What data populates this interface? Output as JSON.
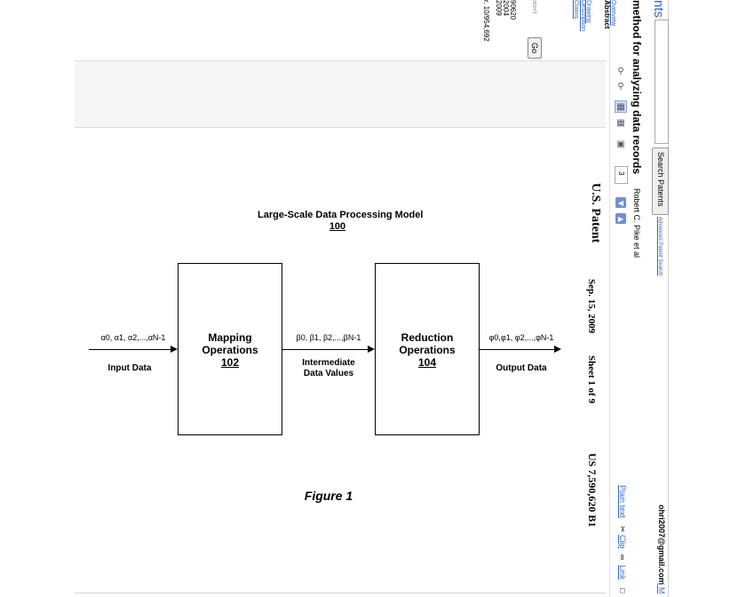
{
  "app": {
    "title_partial": "nts",
    "search_button": "Search Patents",
    "advanced_search": "Advanced Patent Search",
    "user_email": "ohri2007@gmail.com",
    "user_sep": "| M"
  },
  "left_nav": {
    "items": [
      "Overview",
      "Abstract",
      "Drawing",
      "Description",
      "Claims"
    ],
    "field_placeholder": "atent",
    "go_label": "Go",
    "meta": [
      "90620",
      "2004",
      "2009",
      "r. 10/954,692"
    ]
  },
  "patent": {
    "title": "method for analyzing data records",
    "authors": "Robert C. Pike et al"
  },
  "toolbar": {
    "page_value": "3",
    "links": [
      "Plain text",
      "Clip",
      "Link"
    ]
  },
  "sheet_header": {
    "label": "U.S. Patent",
    "date": "Sep. 15, 2009",
    "sheet": "Sheet 1 of 9",
    "number": "US 7,590,620 B1"
  },
  "figure": {
    "title": "Large-Scale Data Processing Model",
    "title_ref": "100",
    "input_symbols": "α0, α1, α2,...,αN-1",
    "input_label": "Input Data",
    "box1_line1": "Mapping",
    "box1_line2": "Operations",
    "box1_ref": "102",
    "mid_symbols": "β0, β1, β2,...,βN-1",
    "mid_label_1": "Intermediate",
    "mid_label_2": "Data Values",
    "box2_line1": "Reduction",
    "box2_line2": "Operations",
    "box2_ref": "104",
    "output_symbols": "φ0,φ1, φ2,...,φN-1",
    "output_label": "Output Data",
    "caption": "Figure 1"
  }
}
